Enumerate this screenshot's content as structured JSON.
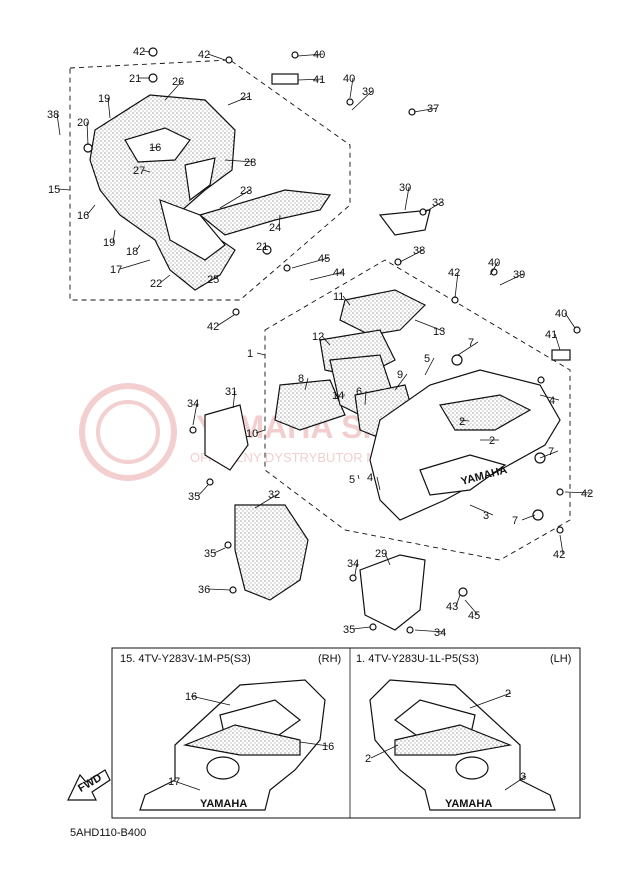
{
  "callouts": [
    {
      "text": "42"
    },
    {
      "text": "42"
    },
    {
      "text": "40"
    },
    {
      "text": "41"
    },
    {
      "text": "21"
    },
    {
      "text": "26"
    },
    {
      "text": "21"
    },
    {
      "text": "40"
    },
    {
      "text": "39"
    },
    {
      "text": "37"
    },
    {
      "text": "19"
    },
    {
      "text": "38"
    },
    {
      "text": "20"
    },
    {
      "text": "16"
    },
    {
      "text": "28"
    },
    {
      "text": "15"
    },
    {
      "text": "27"
    },
    {
      "text": "16"
    },
    {
      "text": "23"
    },
    {
      "text": "30"
    },
    {
      "text": "33"
    },
    {
      "text": "19"
    },
    {
      "text": "24"
    },
    {
      "text": "18"
    },
    {
      "text": "17"
    },
    {
      "text": "21"
    },
    {
      "text": "38"
    },
    {
      "text": "45"
    },
    {
      "text": "44"
    },
    {
      "text": "22"
    },
    {
      "text": "25"
    },
    {
      "text": "42"
    },
    {
      "text": "40"
    },
    {
      "text": "39"
    },
    {
      "text": "11"
    },
    {
      "text": "42"
    },
    {
      "text": "13"
    },
    {
      "text": "40"
    },
    {
      "text": "12"
    },
    {
      "text": "41"
    },
    {
      "text": "1"
    },
    {
      "text": "7"
    },
    {
      "text": "5"
    },
    {
      "text": "8"
    },
    {
      "text": "14"
    },
    {
      "text": "9"
    },
    {
      "text": "6"
    },
    {
      "text": "31"
    },
    {
      "text": "34"
    },
    {
      "text": "10"
    },
    {
      "text": "2"
    },
    {
      "text": "4"
    },
    {
      "text": "2"
    },
    {
      "text": "7"
    },
    {
      "text": "5"
    },
    {
      "text": "4"
    },
    {
      "text": "35"
    },
    {
      "text": "32"
    },
    {
      "text": "42"
    },
    {
      "text": "3"
    },
    {
      "text": "7"
    },
    {
      "text": "42"
    },
    {
      "text": "35"
    },
    {
      "text": "29"
    },
    {
      "text": "34"
    },
    {
      "text": "36"
    },
    {
      "text": "43"
    },
    {
      "text": "45"
    },
    {
      "text": "35"
    },
    {
      "text": "34"
    }
  ],
  "inset": {
    "rh_title": "15. 4TV-Y283V-1M-P5(S3)",
    "rh_side": "(RH)",
    "lh_title": "1. 4TV-Y283U-1L-P5(S3)",
    "lh_side": "(LH)",
    "rh_callouts": [
      {
        "text": "16"
      },
      {
        "text": "16"
      },
      {
        "text": "17"
      }
    ],
    "lh_callouts": [
      {
        "text": "2"
      },
      {
        "text": "2"
      },
      {
        "text": "3"
      }
    ]
  },
  "fwd_label": "FWD",
  "brand_text": "YAMAHA",
  "watermark": {
    "line1": "YAMAHA SKLEP",
    "line2": "OFICJALNY DYSTRYBUTOR MARKI YAMAHA"
  },
  "diagram_code": "5AHD110-B400",
  "colors": {
    "ink": "#111111",
    "watermark": "#e9a7a7",
    "background": "#ffffff"
  }
}
